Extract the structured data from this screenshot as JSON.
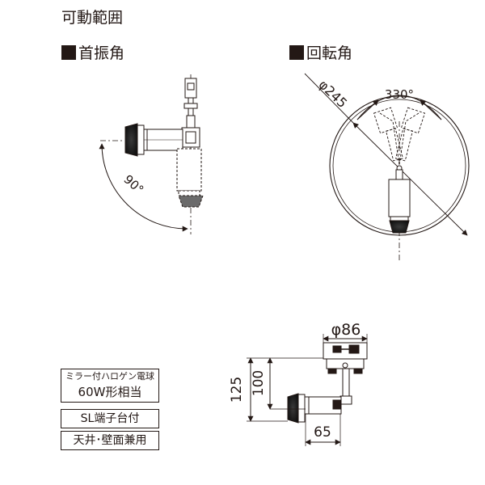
{
  "header": {
    "title": "可動範囲"
  },
  "neck_section": {
    "label": "首振角",
    "angle_label": "90°"
  },
  "rotation_section": {
    "label": "回転角",
    "diameter_label": "φ245",
    "angle_label": "330°"
  },
  "dimensions": {
    "diameter": "φ86",
    "height_total": "125",
    "height_base": "100",
    "depth": "65"
  },
  "specs": {
    "lamp_line1": "ミラー付ハロゲン電球",
    "lamp_line2": "60W形相当",
    "terminal": "SL端子台付",
    "mounting": "天井･壁面兼用"
  },
  "colors": {
    "ink": "#231815",
    "lamp_gray": "#6b6b6b"
  }
}
